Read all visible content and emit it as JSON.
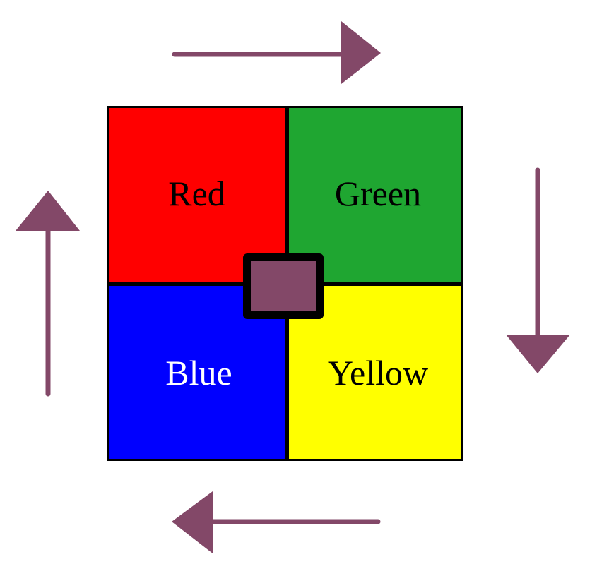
{
  "colors": {
    "arrow": "#834868",
    "token": "#834868",
    "border": "#000000"
  },
  "quadrants": {
    "red": {
      "label": "Red",
      "fill": "#ff0000",
      "text_color": "#000000"
    },
    "green": {
      "label": "Green",
      "fill": "#1fa631",
      "text_color": "#000000"
    },
    "blue": {
      "label": "Blue",
      "fill": "#0000ff",
      "text_color": "#ffffff"
    },
    "yellow": {
      "label": "Yellow",
      "fill": "#ffff00",
      "text_color": "#000000"
    }
  },
  "arrows": [
    {
      "direction": "right",
      "position": "top"
    },
    {
      "direction": "down",
      "position": "right"
    },
    {
      "direction": "left",
      "position": "bottom"
    },
    {
      "direction": "up",
      "position": "left"
    }
  ],
  "icons": {
    "center": "square-token-icon",
    "top": "arrow-right-icon",
    "right": "arrow-down-icon",
    "bottom": "arrow-left-icon",
    "left": "arrow-up-icon"
  }
}
